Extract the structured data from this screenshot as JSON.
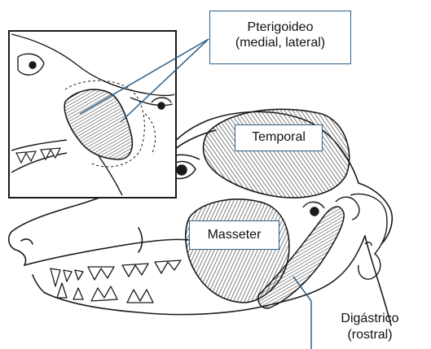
{
  "labels": {
    "pterygoid_line1": "Pterigoideo",
    "pterygoid_line2": "(medial, lateral)",
    "temporal": "Temporal",
    "masseter": "Masseter",
    "digastric_line1": "Digástrico",
    "digastric_line2": "(rostral)"
  },
  "colors": {
    "leader": "#2f5f86",
    "outline": "#1a1a1a",
    "muscle_stripe": "#3a3a3a"
  }
}
